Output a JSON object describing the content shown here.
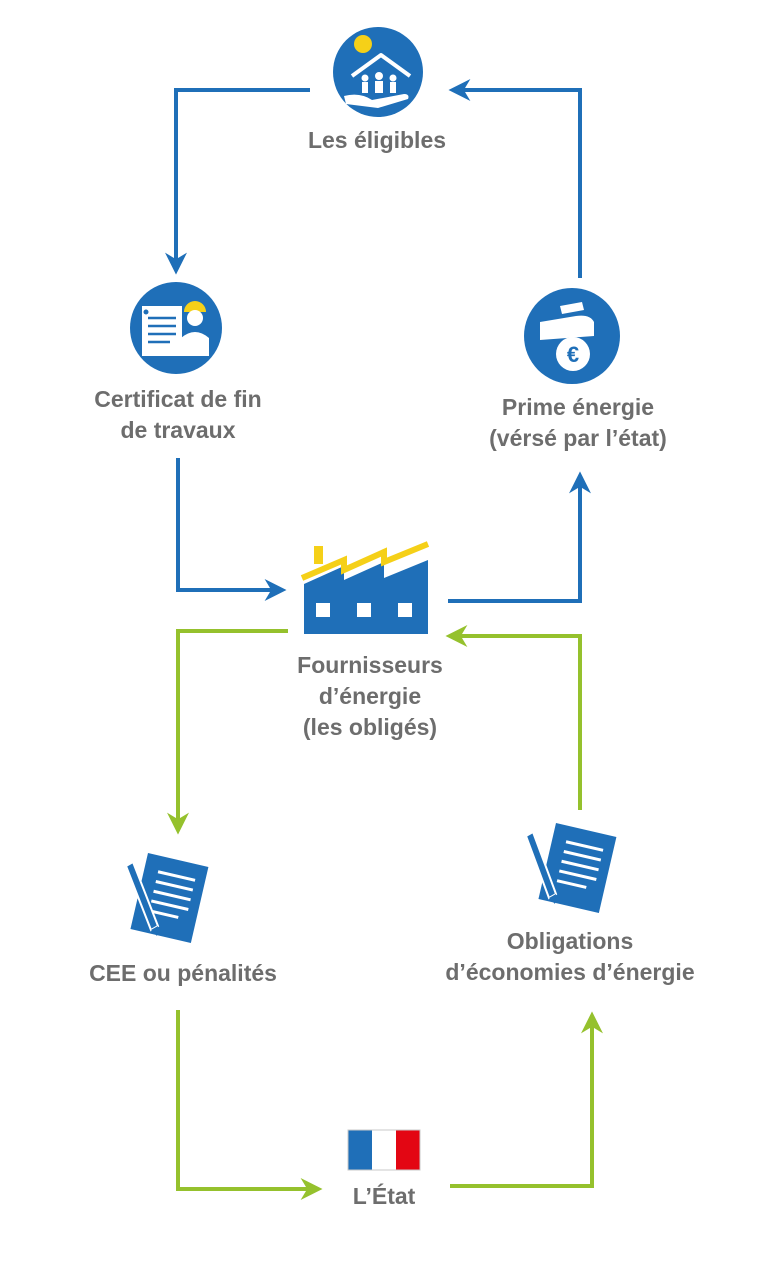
{
  "colors": {
    "blue": "#1f6fb8",
    "green": "#95c12d",
    "yellow": "#f5d018",
    "text_gray": "#6d6d6d",
    "flag_blue": "#1f6fb8",
    "flag_white": "#ffffff",
    "flag_red": "#e30613"
  },
  "nodes": {
    "eligibles": {
      "label": "Les éligibles",
      "icon": "house-family-hand-icon"
    },
    "certificat": {
      "line1": "Certificat de fin",
      "line2": "de travaux",
      "icon": "certificate-worker-icon"
    },
    "prime": {
      "line1": "Prime énergie",
      "line2": "(vérsé par l’état)",
      "icon": "hand-euro-coin-icon"
    },
    "fournisseurs": {
      "line1": "Fournisseurs",
      "line2": "d’énergie",
      "line3": "(les obligés)",
      "icon": "factory-icon"
    },
    "cee": {
      "label": "CEE ou pénalités",
      "icon": "document-pen-icon"
    },
    "obligations": {
      "line1": "Obligations",
      "line2": "d’économies d’énergie",
      "icon": "document-pen-icon"
    },
    "etat": {
      "label": "L’État",
      "icon": "french-flag-icon"
    }
  }
}
